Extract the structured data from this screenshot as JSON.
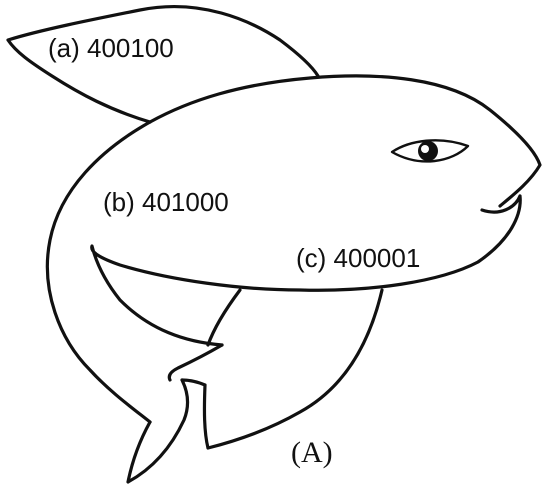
{
  "labels": {
    "a": "(a) 400100",
    "b": "(b) 401000",
    "c": "(c) 400001"
  },
  "caption": "(A)",
  "colors": {
    "ink": "#111111",
    "background": "#ffffff"
  }
}
